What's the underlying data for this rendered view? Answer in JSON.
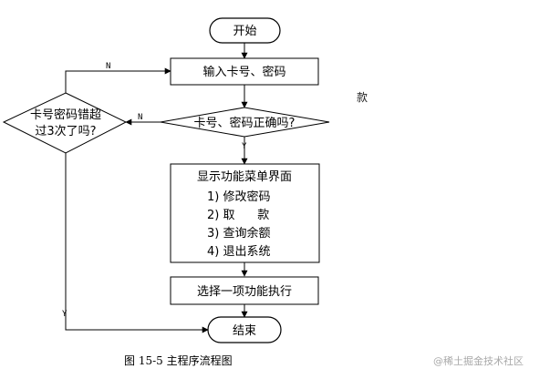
{
  "nodes": {
    "start": "开始",
    "input": "输入卡号、密码",
    "check": "卡号、密码正确吗?",
    "retry_line1": "卡号密码错超",
    "retry_line2": "过3次了吗?",
    "menu_title": "显示功能菜单界面",
    "menu_items": [
      "1) 修改密码",
      "2) 取      款",
      "3) 查询余额",
      "4) 退出系统"
    ],
    "select": "选择一项功能执行",
    "end": "结束"
  },
  "edge_labels": {
    "retry_no": "N",
    "check_no": "N",
    "check_yes": "Y",
    "retry_yes": "Y"
  },
  "stray_text": "款",
  "caption": "图 15-5  主程序流程图",
  "watermark": "@稀土掘金技术社区"
}
